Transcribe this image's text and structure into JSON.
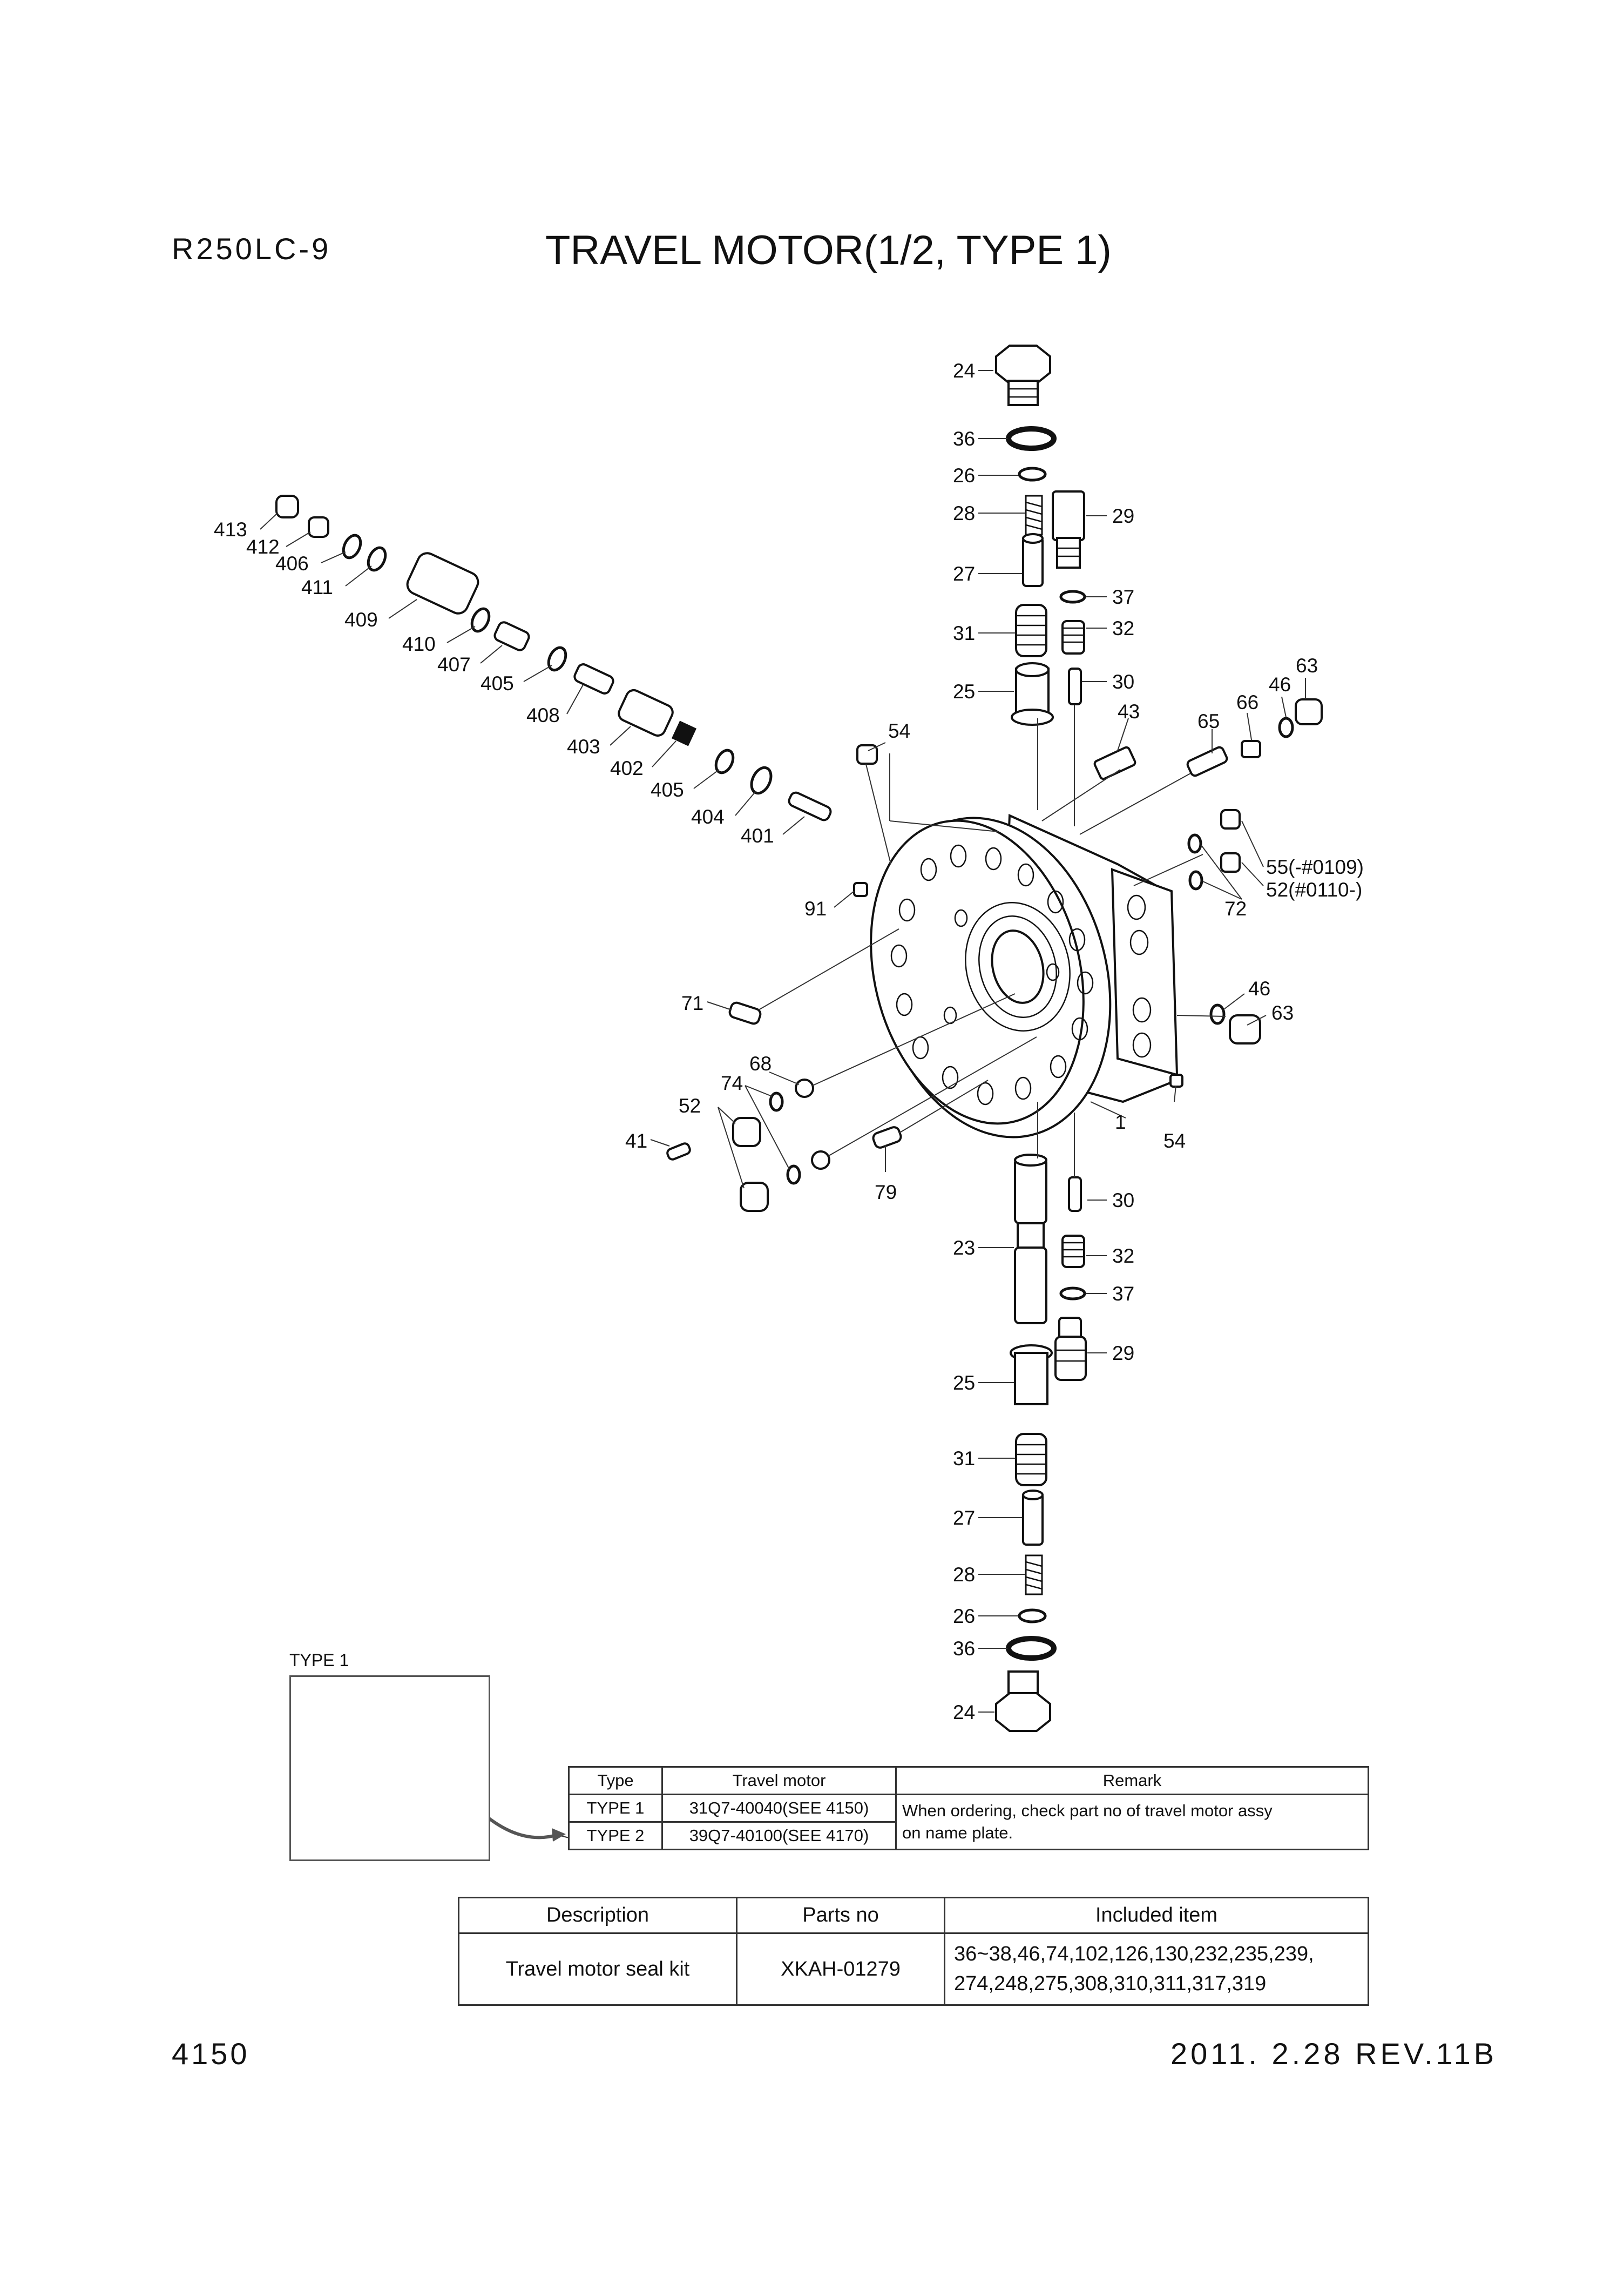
{
  "header": {
    "model": "R250LC-9",
    "title": "TRAVEL MOTOR(1/2, TYPE 1)"
  },
  "callouts": {
    "c24a": "24",
    "c36a": "36",
    "c26a": "26",
    "c28a": "28",
    "c29a": "29",
    "c27a": "27",
    "c37a": "37",
    "c31a": "31",
    "c32a": "32",
    "c25a": "25",
    "c30a": "30",
    "c43": "43",
    "c65": "65",
    "c66": "66",
    "c46a": "46",
    "c63a": "63",
    "c54a": "54",
    "c55": "55(-#0109)",
    "c52b": "52(#0110-)",
    "c72": "72",
    "c91": "91",
    "c71": "71",
    "c46b": "46",
    "c63b": "63",
    "c68": "68",
    "c74": "74",
    "c52a": "52",
    "c41": "41",
    "c1": "1",
    "c54b": "54",
    "c79": "79",
    "c30b": "30",
    "c23": "23",
    "c32b": "32",
    "c37b": "37",
    "c29b": "29",
    "c25b": "25",
    "c31b": "31",
    "c27b": "27",
    "c28b": "28",
    "c26b": "26",
    "c36b": "36",
    "c24b": "24",
    "c413": "413",
    "c412": "412",
    "c406": "406",
    "c411": "411",
    "c409": "409",
    "c410": "410",
    "c407": "407",
    "c405a": "405",
    "c408": "408",
    "c403": "403",
    "c402": "402",
    "c405b": "405",
    "c404": "404",
    "c401": "401"
  },
  "type_inset": {
    "label": "TYPE 1"
  },
  "type_table": {
    "headers": [
      "Type",
      "Travel motor",
      "Remark"
    ],
    "rows": [
      {
        "type": "TYPE 1",
        "motor": "31Q7-40040(SEE 4150)"
      },
      {
        "type": "TYPE 2",
        "motor": "39Q7-40100(SEE 4170)"
      }
    ],
    "remark_line1": "When ordering, check part no of travel motor assy",
    "remark_line2": "on name plate."
  },
  "kit_table": {
    "headers": [
      "Description",
      "Parts no",
      "Included item"
    ],
    "description": "Travel motor seal kit",
    "parts_no": "XKAH-01279",
    "included_line1": "36~38,46,74,102,126,130,232,235,239,",
    "included_line2": "274,248,275,308,310,311,317,319"
  },
  "footer": {
    "page_number": "4150",
    "revision": "2011. 2.28  REV.11B"
  }
}
